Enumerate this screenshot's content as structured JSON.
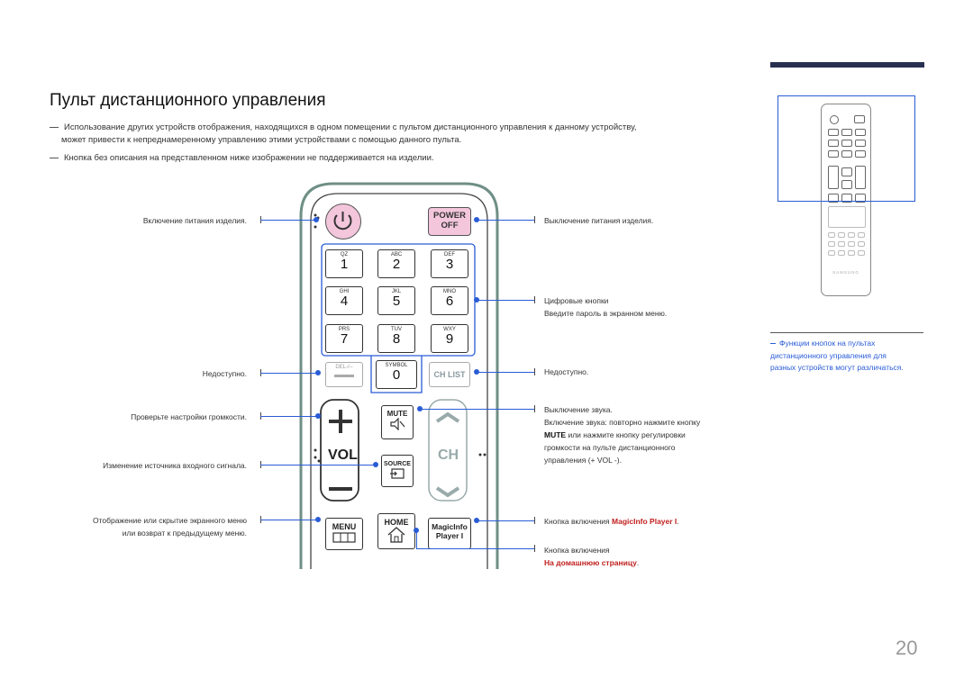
{
  "page": {
    "title": "Пульт дистанционного управления",
    "page_number": "20"
  },
  "notes": [
    "Использование других устройств отображения, находящихся в одном помещении с пультом дистанционного управления к данному устройству,",
    "может привести к непреднамеренному управлению этими устройствами с помощью данного пульта.",
    "Кнопка без описания на представленном ниже изображении не поддерживается на изделии."
  ],
  "labels_left": {
    "power_on": "Включение питания изделия.",
    "unavailable": "Недоступно.",
    "check_volume": "Проверьте настройки громкости.",
    "change_source": "Изменение источника входного сигнала.",
    "menu_line1": "Отображение или скрытие экранного меню",
    "menu_line2": "или возврат к предыдущему меню."
  },
  "labels_right": {
    "power_off": "Выключение питания изделия.",
    "digits_line1": "Цифровые кнопки",
    "digits_line2": "Введите пароль в экранном меню.",
    "unavailable": "Недоступно.",
    "mute_line1": "Выключение звука.",
    "mute_line2": "Включение звука: повторно нажмите кнопку",
    "mute_bold": "MUTE",
    "mute_line3_rest": " или нажмите кнопку регулировки",
    "mute_line4": "громкости на пульте дистанционного",
    "mute_line5": "управления (+ VOL -).",
    "magicinfo_prefix": "Кнопка включения ",
    "magicinfo_red": "MagicInfo Player I",
    "magicinfo_suffix": ".",
    "home_line1": "Кнопка включения",
    "home_red": "На домашнюю страницу",
    "home_suffix": "."
  },
  "remote": {
    "power_top": "POWER",
    "power_bottom": "OFF",
    "keys": [
      {
        "letters": "QZ",
        "digit": "1"
      },
      {
        "letters": "ABC",
        "digit": "2"
      },
      {
        "letters": "DEF",
        "digit": "3"
      },
      {
        "letters": "GHI",
        "digit": "4"
      },
      {
        "letters": "JKL",
        "digit": "5"
      },
      {
        "letters": "MNO",
        "digit": "6"
      },
      {
        "letters": "PRS",
        "digit": "7"
      },
      {
        "letters": "TUV",
        "digit": "8"
      },
      {
        "letters": "WXY",
        "digit": "9"
      }
    ],
    "del": "DEL-/--",
    "symbol": "SYMBOL",
    "zero": "0",
    "chlist": "CH LIST",
    "vol": "VOL",
    "mute": "MUTE",
    "source": "SOURCE",
    "ch": "CH",
    "menu": "MENU",
    "home": "HOME",
    "magicinfo_line1": "MagicInfo",
    "magicinfo_line2": "Player I"
  },
  "side": {
    "brand": "SAMSUNG",
    "note": "Функции кнопок на пультах дистанционного управления для разных устройств могут различаться."
  },
  "colors": {
    "accent_blue": "#2a5cd6",
    "highlight_red": "#c0211f",
    "power_pink": "#f3c6dc",
    "top_bar": "#27304f"
  }
}
